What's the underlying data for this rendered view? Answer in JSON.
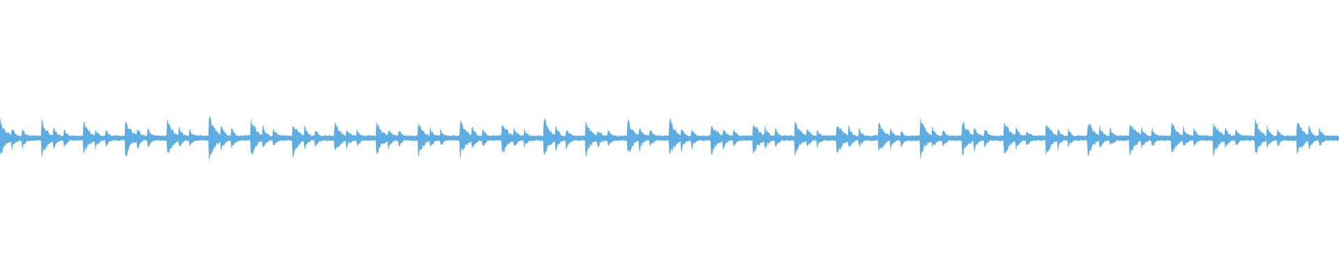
{
  "waveform": {
    "color": "#5dade2",
    "background": "#ffffff",
    "beat_count": 32,
    "segments_per_beat": 3,
    "segment_attack_amplitudes": [
      0.52,
      0.33,
      0.28
    ],
    "tail_amplitude": 0.07,
    "beat_accent_pattern": [
      1.0,
      0.95,
      0.9,
      1.05,
      0.95,
      1.15,
      1.0,
      0.95,
      0.9,
      0.95,
      0.9,
      1.0,
      0.95,
      1.1,
      0.9,
      1.0,
      1.05,
      0.95,
      1.0,
      0.9,
      1.0,
      0.9,
      1.0,
      1.05,
      1.0,
      0.95,
      1.0,
      1.05,
      0.95,
      0.95,
      0.95,
      1.0
    ]
  }
}
